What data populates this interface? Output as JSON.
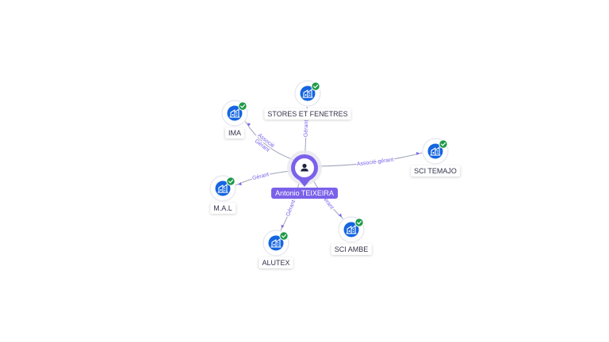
{
  "colors": {
    "accent": "#7b61ea",
    "company_icon_bg": "#1565e0",
    "check_badge": "#1e9a48",
    "edge": "#9ea3b8",
    "label_text": "#33334a"
  },
  "icons": {
    "person": "person-icon",
    "company": "building-icon",
    "verified": "check-badge-icon"
  },
  "center": {
    "name": "Antonio TEIXEIRA"
  },
  "companies": [
    {
      "name": "STORES ET FENETRES",
      "relations": [
        "Gérant"
      ]
    },
    {
      "name": "IMA",
      "relations": [
        "Gérant",
        "Associé"
      ]
    },
    {
      "name": "SCI TEMAJO",
      "relations": [
        "Associé-gérant"
      ]
    },
    {
      "name": "M.A.L",
      "relations": [
        "Gérant"
      ]
    },
    {
      "name": "ALUTEX",
      "relations": [
        "Gérant"
      ]
    },
    {
      "name": "SCI AMBE",
      "relations": [
        "Gérant"
      ]
    }
  ]
}
